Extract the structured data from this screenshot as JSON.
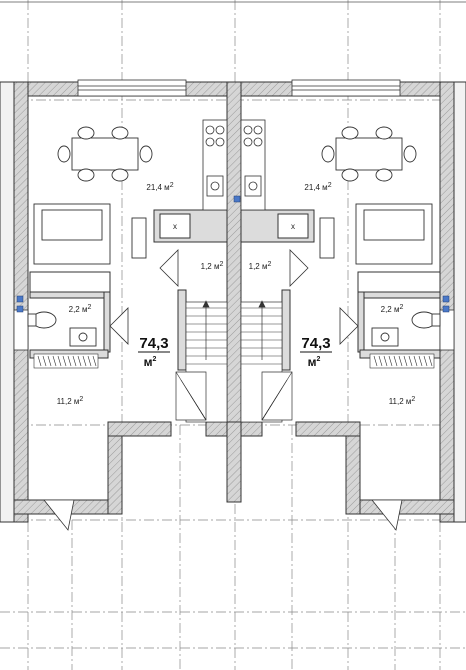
{
  "units": {
    "left": {
      "total_area": "74,3",
      "total_unit": "м",
      "total_unit_sup": "2",
      "rooms": {
        "living": "21,4 м",
        "bath": "2,2 м",
        "hall_small": "1,2 м",
        "entry": "11,2 м"
      },
      "closet_mark": "x"
    },
    "right": {
      "total_area": "74,3",
      "total_unit": "м",
      "total_unit_sup": "2",
      "rooms": {
        "living": "21,4 м",
        "bath": "2,2 м",
        "hall_small": "1,2 м",
        "entry": "11,2 м"
      },
      "closet_mark": "x"
    }
  },
  "area_sup": "2",
  "colors": {
    "wall_fill": "#d9d9d9",
    "line": "#333333",
    "window_blue": "#4a78c8"
  }
}
